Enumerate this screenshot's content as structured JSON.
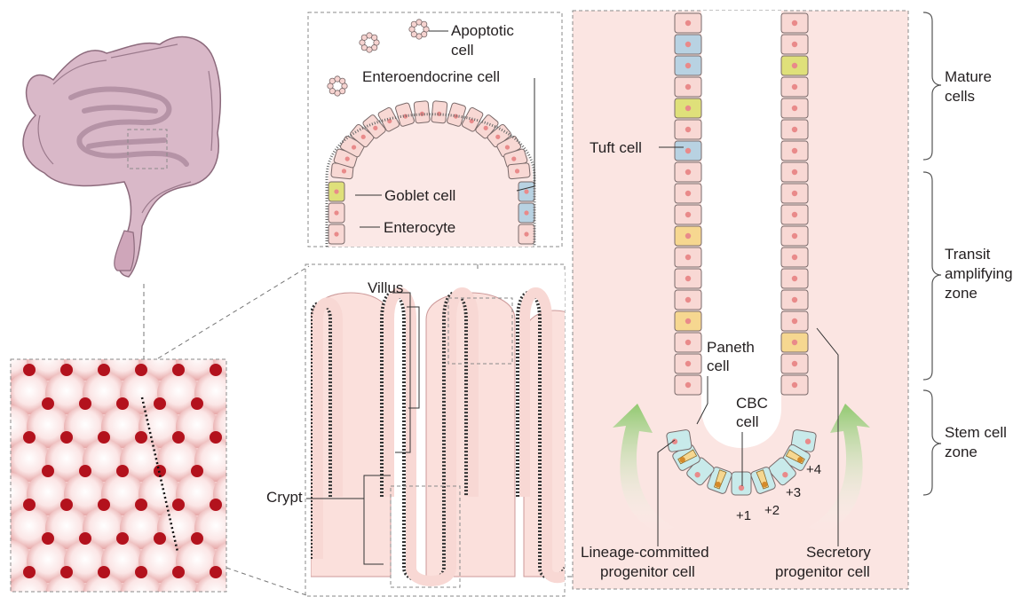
{
  "labels": {
    "apoptotic_cell": [
      "Apoptotic",
      "cell"
    ],
    "enteroendocrine_cell": "Enteroendocrine cell",
    "goblet_cell": "Goblet cell",
    "enterocyte": "Enterocyte",
    "villus": "Villus",
    "crypt": "Crypt",
    "tuft_cell": "Tuft cell",
    "paneth_cell": [
      "Paneth",
      "cell"
    ],
    "cbc_cell": [
      "CBC",
      "cell"
    ],
    "lineage_committed": [
      "Lineage-committed",
      "progenitor cell"
    ],
    "secretory_progenitor": [
      "Secretory",
      "progenitor cell"
    ],
    "positions": [
      "+1",
      "+2",
      "+3",
      "+4"
    ]
  },
  "zones": {
    "mature": [
      "Mature",
      "cells"
    ],
    "transit": [
      "Transit",
      "amplifying",
      "zone"
    ],
    "stem": [
      "Stem cell",
      "zone"
    ]
  },
  "colors": {
    "enterocyte": "#f8d8d4",
    "nucleus": "#e98a8a",
    "goblet": "#dfe07a",
    "enteroendocrine": "#b8d2e2",
    "paneth": "#f6d790",
    "stem": "#c8eaea",
    "intestine": "#d8b4c6",
    "lumen_bg": "#fbe4e2",
    "arrow": "#9bcf7a",
    "tissue_dot": "#b3121d"
  }
}
